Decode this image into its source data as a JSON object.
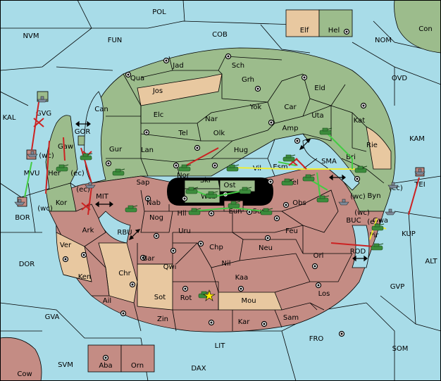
{
  "colors": {
    "sea": "#a8dce8",
    "green": "#9cbc8c",
    "rose": "#c48c84",
    "tan": "#e8c8a0",
    "support_line": "#44cc44",
    "move_arrow": "#cc2222",
    "convoy_line": "#eeee33"
  },
  "sea_labels": [
    {
      "id": "pol",
      "text": "POL"
    },
    {
      "id": "nvm",
      "text": "NVM"
    },
    {
      "id": "fun",
      "text": "FUN"
    },
    {
      "id": "cob",
      "text": "COB"
    },
    {
      "id": "nom",
      "text": "NOM"
    },
    {
      "id": "ovd",
      "text": "OVD"
    },
    {
      "id": "kal",
      "text": "KAL"
    },
    {
      "id": "kam",
      "text": "KAM"
    },
    {
      "id": "gor",
      "text": "GOR"
    },
    {
      "id": "mvu",
      "text": "MVU"
    },
    {
      "id": "sma",
      "text": "SMA"
    },
    {
      "id": "mit",
      "text": "MIT"
    },
    {
      "id": "bor",
      "text": "BOR"
    },
    {
      "id": "buc",
      "text": "BUC"
    },
    {
      "id": "kup",
      "text": "KUP"
    },
    {
      "id": "rbu",
      "text": "RBU"
    },
    {
      "id": "rod",
      "text": "ROD"
    },
    {
      "id": "alt",
      "text": "ALT"
    },
    {
      "id": "dor",
      "text": "DOR"
    },
    {
      "id": "gvp",
      "text": "GVP"
    },
    {
      "id": "gva",
      "text": "GVA"
    },
    {
      "id": "fro",
      "text": "FRO"
    },
    {
      "id": "lit",
      "text": "LIT"
    },
    {
      "id": "som",
      "text": "SOM"
    },
    {
      "id": "svm",
      "text": "SVM"
    },
    {
      "id": "dax",
      "text": "DAX"
    }
  ],
  "land_labels": [
    {
      "id": "con",
      "text": "Con"
    },
    {
      "id": "elf",
      "text": "Elf"
    },
    {
      "id": "hel",
      "text": "Hel"
    },
    {
      "id": "gvg",
      "text": "GVG"
    },
    {
      "id": "tei",
      "text": "TEI"
    },
    {
      "id": "jad",
      "text": "Jad"
    },
    {
      "id": "sch",
      "text": "Sch"
    },
    {
      "id": "qua",
      "text": "Qua"
    },
    {
      "id": "jos",
      "text": "Jos"
    },
    {
      "id": "grh",
      "text": "Grh"
    },
    {
      "id": "eld",
      "text": "Eld"
    },
    {
      "id": "can",
      "text": "Can"
    },
    {
      "id": "yok",
      "text": "Yok"
    },
    {
      "id": "car",
      "text": "Car"
    },
    {
      "id": "uta",
      "text": "Uta"
    },
    {
      "id": "elc",
      "text": "Elc"
    },
    {
      "id": "nar",
      "text": "Nar"
    },
    {
      "id": "kat",
      "text": "Kat"
    },
    {
      "id": "amp",
      "text": "Amp"
    },
    {
      "id": "tel",
      "text": "Tel"
    },
    {
      "id": "olk",
      "text": "Olk"
    },
    {
      "id": "gaw",
      "text": "Gaw"
    },
    {
      "id": "gur",
      "text": "Gur"
    },
    {
      "id": "rie",
      "text": "Rie"
    },
    {
      "id": "lan",
      "text": "Lan"
    },
    {
      "id": "hug",
      "text": "Hug"
    },
    {
      "id": "bri",
      "text": "Bri"
    },
    {
      "id": "her",
      "text": "Her"
    },
    {
      "id": "nor",
      "text": "Nor"
    },
    {
      "id": "vil",
      "text": "Vil"
    },
    {
      "id": "esm",
      "text": "Esm"
    },
    {
      "id": "sap",
      "text": "Sap"
    },
    {
      "id": "skr",
      "text": "Skr"
    },
    {
      "id": "mel",
      "text": "Mel"
    },
    {
      "id": "byn",
      "text": "Byn"
    },
    {
      "id": "web",
      "text": "Web"
    },
    {
      "id": "ost",
      "text": "Ost"
    },
    {
      "id": "kor",
      "text": "Kor"
    },
    {
      "id": "nab",
      "text": "Nab"
    },
    {
      "id": "obs",
      "text": "Obs"
    },
    {
      "id": "hil",
      "text": "Hil"
    },
    {
      "id": "eun",
      "text": "Eun"
    },
    {
      "id": "sun",
      "text": "Sun"
    },
    {
      "id": "gwa",
      "text": "Gwa"
    },
    {
      "id": "nog",
      "text": "Nog"
    },
    {
      "id": "ark",
      "text": "Ark"
    },
    {
      "id": "uru",
      "text": "Uru"
    },
    {
      "id": "feu",
      "text": "Feu"
    },
    {
      "id": "pir",
      "text": "Pir"
    },
    {
      "id": "ver",
      "text": "Ver"
    },
    {
      "id": "chp",
      "text": "Chp"
    },
    {
      "id": "neu",
      "text": "Neu"
    },
    {
      "id": "orl",
      "text": "Orl"
    },
    {
      "id": "bar",
      "text": "Bar"
    },
    {
      "id": "qwi",
      "text": "Qwi"
    },
    {
      "id": "nil",
      "text": "Nil"
    },
    {
      "id": "chr",
      "text": "Chr"
    },
    {
      "id": "ken",
      "text": "Ken"
    },
    {
      "id": "kaa",
      "text": "Kaa"
    },
    {
      "id": "los",
      "text": "Los"
    },
    {
      "id": "rot",
      "text": "Rot"
    },
    {
      "id": "ail",
      "text": "Ail"
    },
    {
      "id": "sot",
      "text": "Sot"
    },
    {
      "id": "mou",
      "text": "Mou"
    },
    {
      "id": "zin",
      "text": "Zin"
    },
    {
      "id": "kar",
      "text": "Kar"
    },
    {
      "id": "sam",
      "text": "Sam"
    },
    {
      "id": "aba",
      "text": "Aba"
    },
    {
      "id": "orn",
      "text": "Orn"
    },
    {
      "id": "cow",
      "text": "Cow"
    }
  ],
  "coast_labels": [
    {
      "id": "wc1",
      "text": "(wc)"
    },
    {
      "id": "ec1",
      "text": "(ec)"
    },
    {
      "id": "ec2",
      "text": "(ec)"
    },
    {
      "id": "wc2",
      "text": "(wc)"
    },
    {
      "id": "wc3",
      "text": "(wc)"
    },
    {
      "id": "ec3",
      "text": "(ec)"
    },
    {
      "id": "wc4",
      "text": "(wc)"
    },
    {
      "id": "ec4",
      "text": "(ec)"
    }
  ]
}
